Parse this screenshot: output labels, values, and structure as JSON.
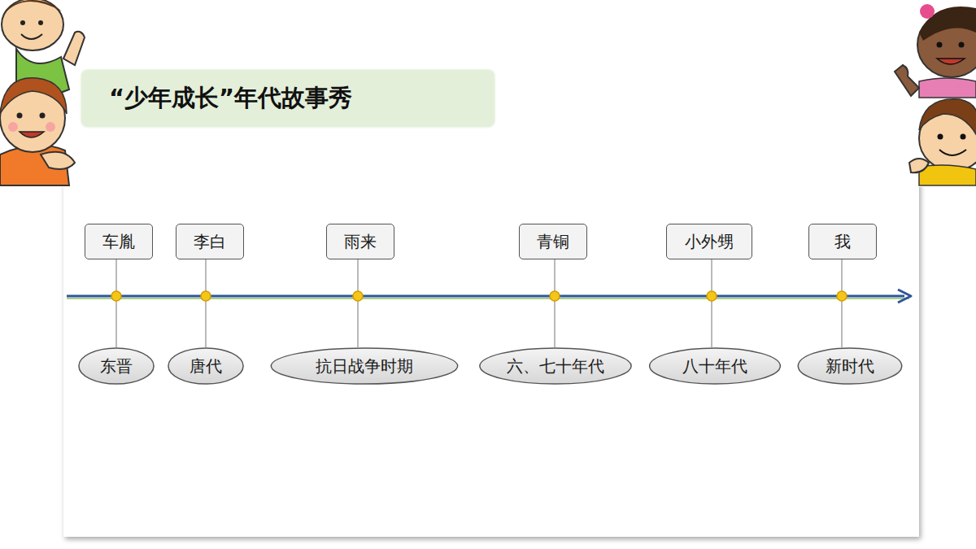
{
  "diagram": {
    "title": "“少年成长”年代故事秀",
    "nodes": [
      {
        "text": [
          "车胤"
        ]
      },
      {
        "text": [
          "李白"
        ]
      },
      {
        "text": [
          "雨来"
        ]
      },
      {
        "text": [
          "青铜"
        ]
      },
      {
        "text": [
          "小外甥"
        ]
      },
      {
        "text": [
          "我"
        ]
      },
      {
        "text": [
          "东晋"
        ]
      },
      {
        "text": [
          "唐代"
        ]
      },
      {
        "text": [
          "抗日战争时期"
        ]
      },
      {
        "text": [
          "六、七十年代"
        ]
      },
      {
        "text": [
          "八十年代"
        ]
      },
      {
        "text": [
          "新时代"
        ]
      }
    ],
    "edges": [
      {
        "from": 0,
        "to": 6,
        "arrow": "none"
      },
      {
        "from": 1,
        "to": 7,
        "arrow": "none"
      },
      {
        "from": 2,
        "to": 8,
        "arrow": "none"
      },
      {
        "from": 3,
        "to": 9,
        "arrow": "none"
      },
      {
        "from": 4,
        "to": 10,
        "arrow": "none"
      },
      {
        "from": 5,
        "to": 11,
        "arrow": "none"
      }
    ]
  }
}
